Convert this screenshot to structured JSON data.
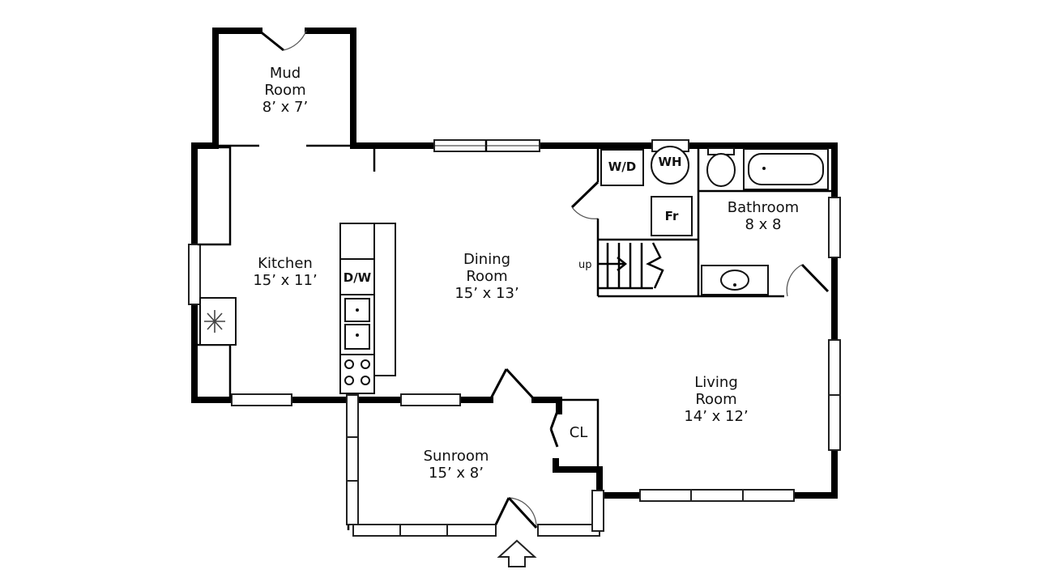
{
  "rooms": {
    "mud": {
      "name_line1": "Mud",
      "name_line2": "Room",
      "size": "8’ x 7’"
    },
    "kitchen": {
      "name": "Kitchen",
      "size": "15’ x 11’"
    },
    "dining": {
      "name_line1": "Dining",
      "name_line2": "Room",
      "size": "15’ x 13’"
    },
    "bathroom": {
      "name": "Bathroom",
      "size": "8 x 8"
    },
    "living": {
      "name_line1": "Living",
      "name_line2": "Room",
      "size": "14’ x 12’"
    },
    "sunroom": {
      "name": "Sunroom",
      "size": "15’ x 8’"
    },
    "closet": {
      "name": "CL"
    }
  },
  "fixtures": {
    "washer_dryer": "W/D",
    "water_heater": "WH",
    "fridge": "Fr",
    "dishwasher": "D/W",
    "stairs_up": "up"
  }
}
